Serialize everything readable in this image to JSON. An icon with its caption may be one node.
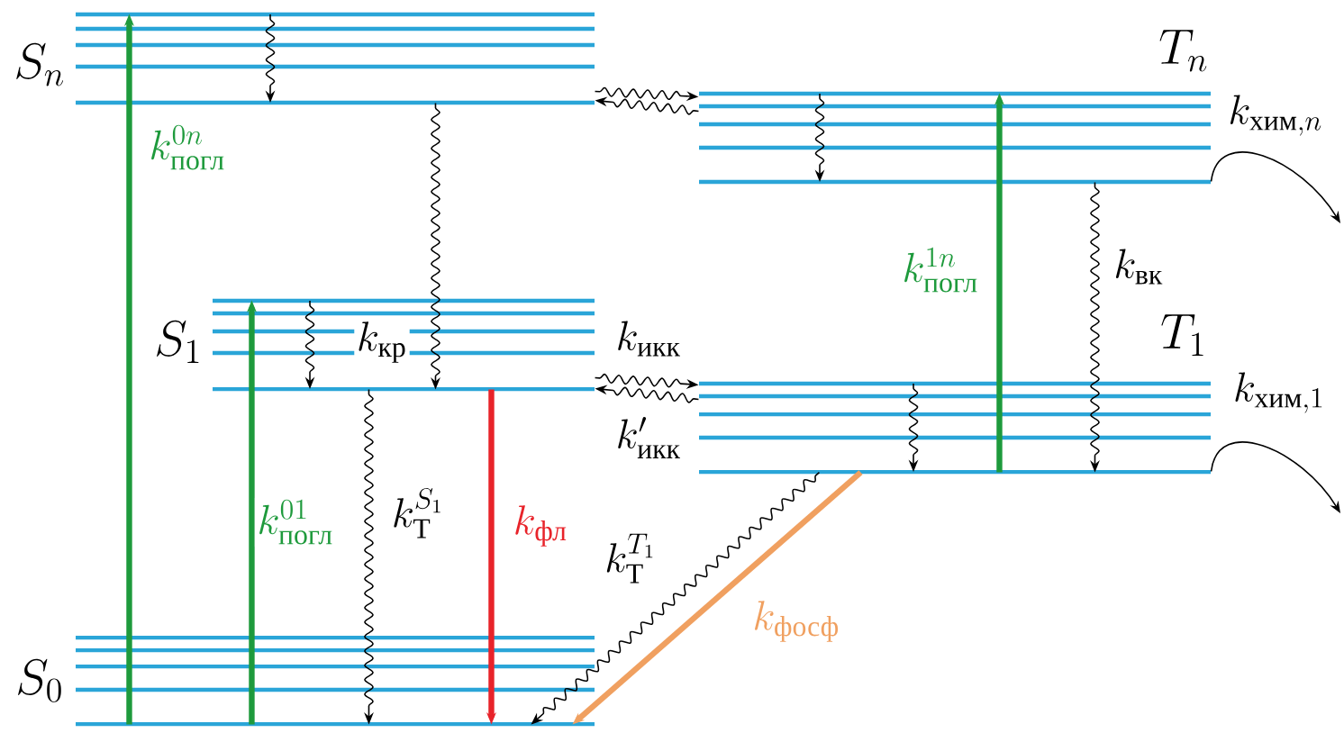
{
  "diagram": {
    "nodes": [
      {
        "text": [
          "S_n"
        ]
      },
      {
        "text": [
          "T_n"
        ]
      },
      {
        "text": [
          "S_1"
        ]
      },
      {
        "text": [
          "T_1"
        ]
      },
      {
        "text": [
          "S_0"
        ]
      }
    ],
    "edges": [
      {
        "from": 4,
        "to": 0,
        "arrow": "to",
        "label": "k^{0n}_{\\text{погл}}",
        "style": "thick",
        "color": "#1e9a3c"
      },
      {
        "from": 4,
        "to": 2,
        "arrow": "to",
        "label": "k^{01}_{\\text{погл}}",
        "style": "thick",
        "color": "#1e9a3c"
      },
      {
        "from": 0,
        "to": 2,
        "arrow": "to"
      },
      {
        "from": 0,
        "to": 1,
        "arrow": "to"
      },
      {
        "from": 1,
        "to": 0,
        "arrow": "to"
      },
      {
        "from": 2,
        "to": 4,
        "arrow": "to",
        "label": "k^{S_1}_{\\mathrm{T}}"
      },
      {
        "from": 2,
        "to": 4,
        "arrow": "to",
        "label": "k_{\\text{фл}}",
        "style": "thick",
        "color": "#e8232a"
      },
      {
        "from": 2,
        "to": 3,
        "arrow": "to",
        "label": "k_{\\text{икк}}"
      },
      {
        "from": 3,
        "to": 2,
        "arrow": "to",
        "label": "k'_{\\text{икк}}"
      },
      {
        "from": 3,
        "to": 1,
        "arrow": "to",
        "label": "k^{1n}_{\\text{погл}}",
        "style": "thick",
        "color": "#1e9a3c"
      },
      {
        "from": 1,
        "to": 3,
        "arrow": "to",
        "label": "k_{\\text{вк}}"
      },
      {
        "from": 3,
        "to": 4,
        "arrow": "to",
        "label": "k^{T_1}_{\\mathrm{T}}"
      },
      {
        "from": 3,
        "to": 4,
        "arrow": "to",
        "label": "k_{\\text{фосф}}",
        "style": "thick",
        "color": "#f0a060"
      },
      {
        "from": 1,
        "to": null,
        "arrow": "to",
        "label": "k_{\\text{хим}, n}"
      },
      {
        "from": 3,
        "to": null,
        "arrow": "to",
        "label": "k_{\\text{хим},1}"
      }
    ],
    "labels": [
      "k_{\\text{кр}}"
    ]
  }
}
